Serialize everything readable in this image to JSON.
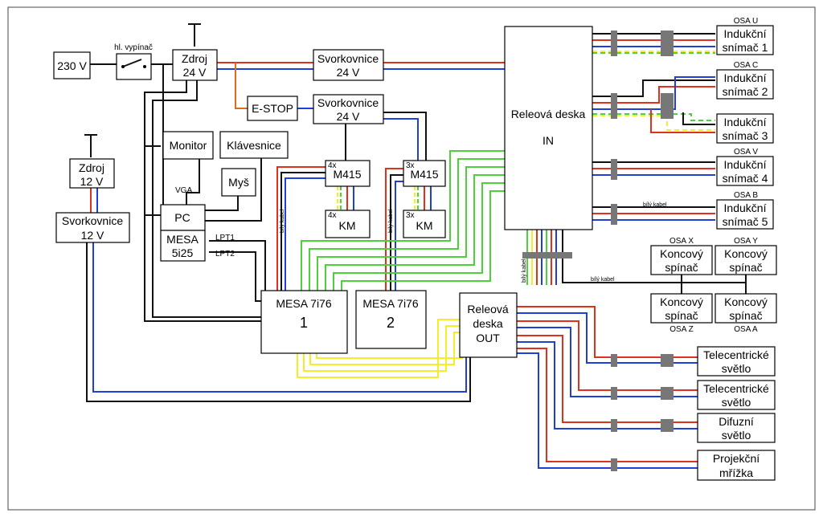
{
  "diagram": {
    "blocks": {
      "mains": "230 V",
      "switch_label": "hl. vypínač",
      "psu24": [
        "Zdroj",
        "24 V"
      ],
      "terminal24_top": [
        "Svorkovnice",
        "24 V"
      ],
      "estop": "E-STOP",
      "terminal24_mid": [
        "Svorkovnice",
        "24 V"
      ],
      "psu12": [
        "Zdroj",
        "12 V"
      ],
      "terminal12": [
        "Svorkovnice",
        "12 V"
      ],
      "monitor": "Monitor",
      "keyboard": "Klávesnice",
      "mouse": "Myš",
      "vga": "VGA",
      "pc": "PC",
      "mesa5i25": [
        "MESA",
        "5i25"
      ],
      "lpt1": "LPT1",
      "lpt2": "LPT2",
      "m415_a_count": "4x",
      "m415_a": "M415",
      "km_a_count": "4x",
      "km_a": "KM",
      "m415_b_count": "3x",
      "m415_b": "M415",
      "km_b_count": "3x",
      "km_b": "KM",
      "mesa7i76_1": [
        "MESA 7i76",
        "1"
      ],
      "mesa7i76_2": [
        "MESA 7i76",
        "2"
      ],
      "relay_in": [
        "Releová deska",
        "IN"
      ],
      "relay_out": [
        "Releová",
        "deska",
        "OUT"
      ],
      "white_cable": "bílý kabel"
    },
    "sensors": [
      {
        "axis": "OSA U",
        "lines": [
          "Indukční",
          "snímač 1"
        ]
      },
      {
        "axis": "OSA C",
        "lines": [
          "Indukční",
          "snímač 2"
        ]
      },
      {
        "axis": "",
        "lines": [
          "Indukční",
          "snímač 3"
        ]
      },
      {
        "axis": "OSA V",
        "lines": [
          "Indukční",
          "snímač 4"
        ]
      },
      {
        "axis": "OSA B",
        "lines": [
          "Indukční",
          "snímač 5"
        ]
      }
    ],
    "limits": [
      {
        "axis": "OSA X",
        "lines": [
          "Koncový",
          "spínač"
        ]
      },
      {
        "axis": "OSA Y",
        "lines": [
          "Koncový",
          "spínač"
        ]
      },
      {
        "axis": "OSA Z",
        "lines": [
          "Koncový",
          "spínač"
        ]
      },
      {
        "axis": "OSA A",
        "lines": [
          "Koncový",
          "spínač"
        ]
      }
    ],
    "outputs": [
      {
        "lines": [
          "Telecentrické",
          "světlo"
        ]
      },
      {
        "lines": [
          "Telecentrické",
          "světlo"
        ]
      },
      {
        "lines": [
          "Difuzní",
          "světlo"
        ]
      },
      {
        "lines": [
          "Projekční",
          "mřížka"
        ]
      }
    ]
  }
}
